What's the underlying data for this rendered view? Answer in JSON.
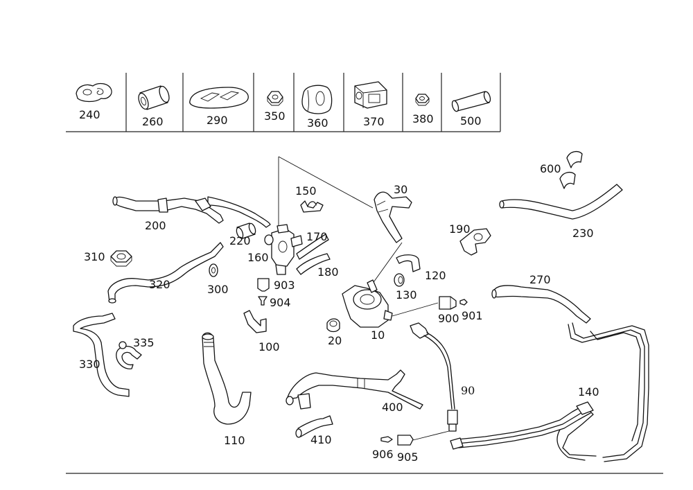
{
  "legend_labels": [
    "240",
    "260",
    "290",
    "350",
    "360",
    "370",
    "380",
    "500"
  ],
  "parts": {
    "p10": "10",
    "p20": "20",
    "p30": "30",
    "p90": "90",
    "p100": "100",
    "p110": "110",
    "p120": "120",
    "p130": "130",
    "p140": "140",
    "p150": "150",
    "p160": "160",
    "p170": "170",
    "p180": "180",
    "p190": "190",
    "p200": "200",
    "p220": "220",
    "p230": "230",
    "p270": "270",
    "p300": "300",
    "p310": "310",
    "p320": "320",
    "p330": "330",
    "p335": "335",
    "p400": "400",
    "p410": "410",
    "p600": "600",
    "p900": "900",
    "p901": "901",
    "p903": "903",
    "p904": "904",
    "p905": "905",
    "p906": "906"
  },
  "icons": {
    "i240": "flat-gasket-icon",
    "i260": "hose-sleeve-icon",
    "i290": "grommet-plate-icon",
    "i350": "nut-icon",
    "i360": "rubber-mount-icon",
    "i370": "holder-bracket-icon",
    "i380": "nut-icon",
    "i500": "hose-tube-icon"
  },
  "colors": {
    "line": "#111111",
    "background": "#ffffff"
  }
}
